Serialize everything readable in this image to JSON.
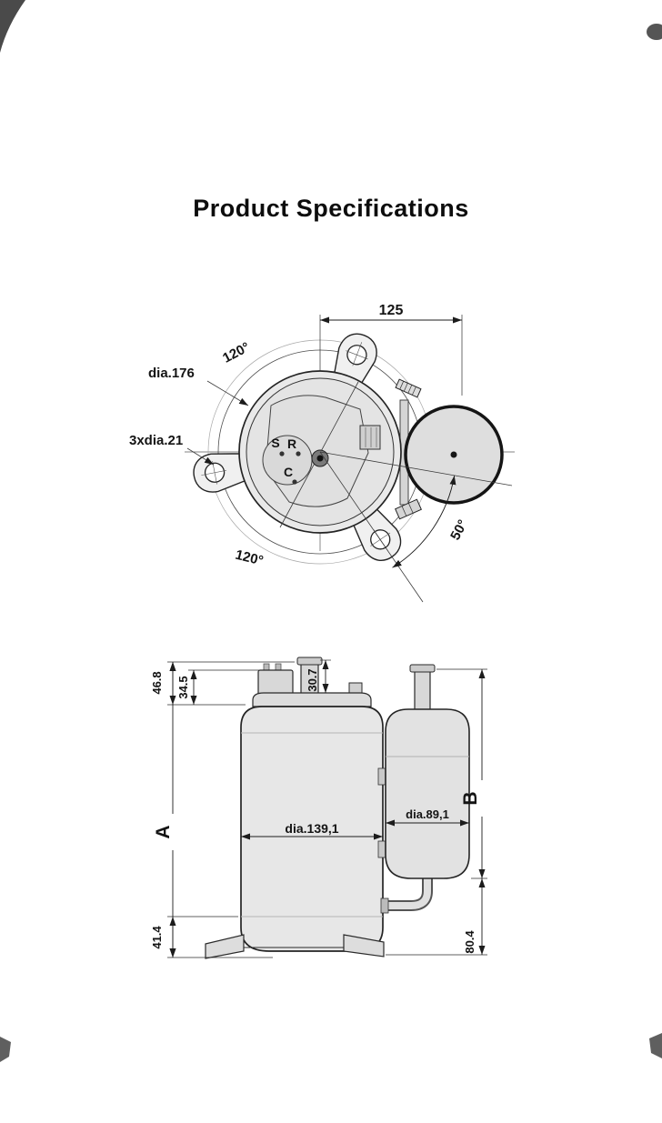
{
  "page": {
    "title": "Product Specifications"
  },
  "colors": {
    "ink": "#1c1c1c",
    "body_fill": "#e7e7e7",
    "accumulator_fill": "#e2e2e2"
  },
  "top_view": {
    "dim_width": "125",
    "angle_top": "120°",
    "angle_bottom": "120°",
    "bolt_circle_dia": "dia.176",
    "mount_holes": "3xdia.21",
    "terminal_s": "S",
    "terminal_r": "R",
    "terminal_c": "C",
    "accumulator_angle": "50°"
  },
  "side_view": {
    "dim_terminal_height": "46.8",
    "dim_terminal_box": "34.5",
    "dim_suction_pipe": "30.7",
    "dim_overall_height": "A",
    "dim_accumulator_height": "B",
    "body_dia": "dia.139,1",
    "accumulator_dia": "dia.89,1",
    "dim_base": "41.4",
    "dim_outlet": "80.4"
  }
}
